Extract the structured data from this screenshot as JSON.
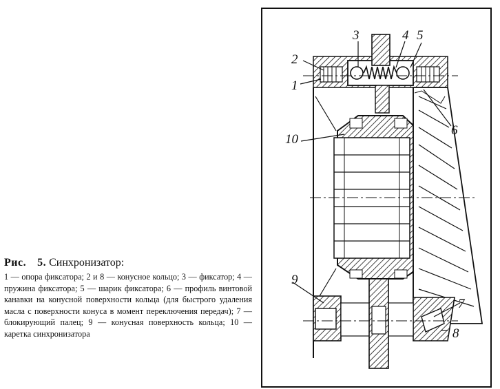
{
  "caption": {
    "prefix": "Рис.",
    "number": "5.",
    "title": "Синхронизатор:",
    "text": "1 — опора фиксатора; 2 и 8 — конусное кольцо; 3 — фиксатор; 4 — пружина фиксатора; 5 — шарик фиксатора; 6 — профиль винтовой канавки на конусной поверхности кольца (для быстрого удаления масла с поверхности конуса в момент переключения передач); 7 — блокирующий палец; 9 — конусная поверхность кольца; 10 — каретка синхронизатора"
  },
  "labels": [
    "1",
    "2",
    "3",
    "4",
    "5",
    "6",
    "7",
    "8",
    "9",
    "10"
  ]
}
